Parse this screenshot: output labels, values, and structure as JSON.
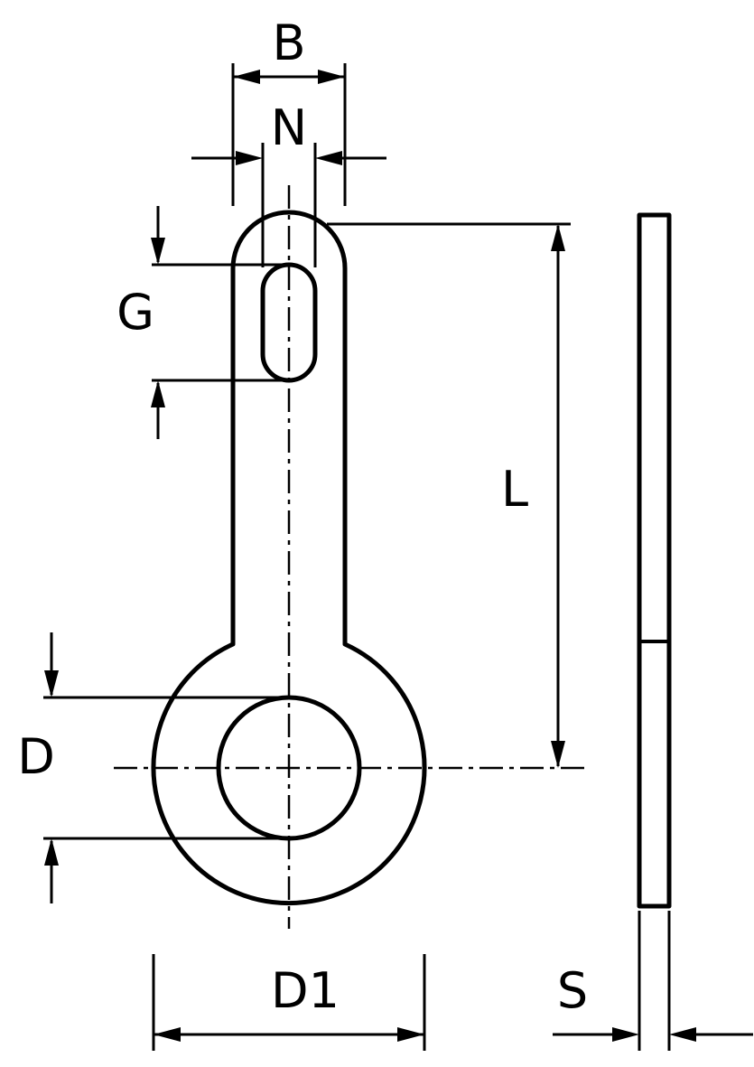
{
  "dimensions": {
    "B": "B",
    "N": "N",
    "G": "G",
    "L": "L",
    "D": "D",
    "D1": "D1",
    "S": "S"
  },
  "colors": {
    "line": "#000000",
    "background": "#ffffff"
  }
}
